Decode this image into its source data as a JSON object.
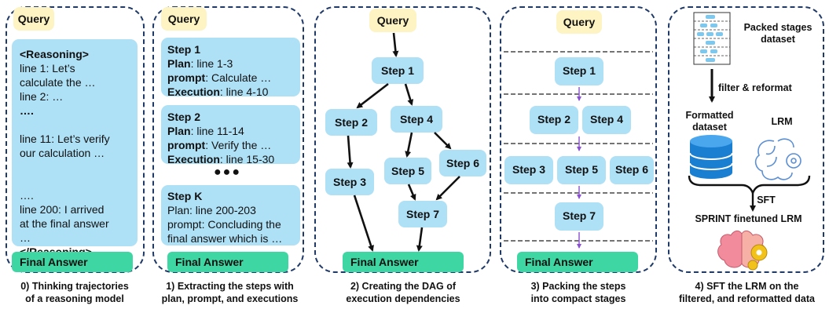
{
  "panels": [
    {
      "query": "Query",
      "reasoning_lines": [
        {
          "text": "<Reasoning>",
          "bold": true
        },
        {
          "text": "line 1: Let’s",
          "bold": false
        },
        {
          "text": "calculate the …",
          "bold": false
        },
        {
          "text": "line 2: …",
          "bold": false
        },
        {
          "text": "….",
          "bold": true
        },
        {
          "text": "",
          "bold": false
        },
        {
          "text": "line 11: Let’s verify",
          "bold": false
        },
        {
          "text": "our calculation …",
          "bold": false
        },
        {
          "text": "",
          "bold": false
        },
        {
          "text": "",
          "bold": false
        },
        {
          "text": "….",
          "bold": false
        },
        {
          "text": "line 200: I arrived",
          "bold": false
        },
        {
          "text": "at the final answer",
          "bold": false
        },
        {
          "text": "…",
          "bold": false
        },
        {
          "text": "</Reasoning>",
          "bold": true
        }
      ],
      "answer": "Final Answer",
      "caption_1": "0) Thinking trajectories",
      "caption_2": "of a reasoning model"
    },
    {
      "query": "Query",
      "steps": [
        {
          "title": "Step 1",
          "k1": "Plan",
          "v1": ": line 1-3",
          "k2": "prompt",
          "v2": ": Calculate …",
          "k3": "Execution",
          "v3": ": line 4-10"
        },
        {
          "title": "Step 2",
          "k1": "Plan",
          "v1": ": line 11-14",
          "k2": "prompt",
          "v2": ": Verify the …",
          "k3": "Execution",
          "v3": ": line 15-30"
        }
      ],
      "ellipsis": "●●●",
      "stepk": {
        "title": "Step K",
        "l1": "Plan: line 200-203",
        "l2": "prompt: Concluding the",
        "l3": "final answer which is …"
      },
      "answer": "Final Answer",
      "caption_1": "1) Extracting the steps with",
      "caption_2": "plan, prompt, and executions"
    },
    {
      "query": "Query",
      "steps": [
        "Step 1",
        "Step 2",
        "Step 4",
        "Step 5",
        "Step 6",
        "Step 3",
        "Step 7"
      ],
      "answer": "Final Answer",
      "caption_1": "2) Creating the DAG of",
      "caption_2": "execution dependencies"
    },
    {
      "query": "Query",
      "stages": [
        [
          "Step 1"
        ],
        [
          "Step 2",
          "Step 4"
        ],
        [
          "Step 3",
          "Step 5",
          "Step 6"
        ],
        [
          "Step 7"
        ]
      ],
      "answer": "Final Answer",
      "caption_1": "3) Packing the steps",
      "caption_2": "into compact stages"
    },
    {
      "packed_label_1": "Packed stages",
      "packed_label_2": "dataset",
      "filter_label": "filter & reformat",
      "formatted_label_1": "Formatted",
      "formatted_label_2": "dataset",
      "lrm_label": "LRM",
      "sft_label": "SFT",
      "finetuned_label": "SPRINT finetuned LRM",
      "caption_1": "4) SFT the LRM on the",
      "caption_2": "filtered, and reformatted data"
    }
  ],
  "colors": {
    "border": "#1f3a68",
    "box": "#aee0f6",
    "query": "#fdf3c3",
    "answer": "#3ed6a2",
    "stage_arrow": "#8a4fd3",
    "database": "#1b7fd1"
  }
}
